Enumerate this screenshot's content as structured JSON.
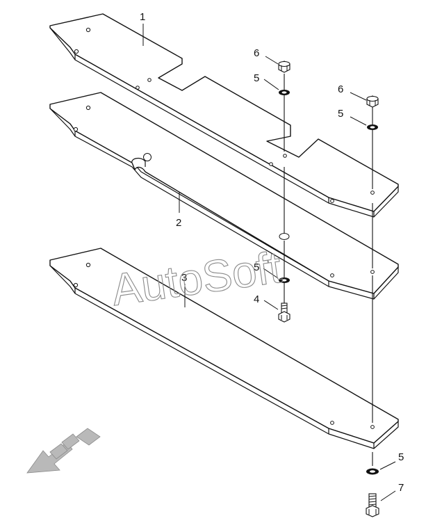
{
  "watermark": "AutoSoft",
  "callouts": [
    {
      "id": "1",
      "part": "upper-plate"
    },
    {
      "id": "2",
      "part": "middle-plate"
    },
    {
      "id": "3",
      "part": "lower-plate"
    },
    {
      "id": "4",
      "part": "bolt-short"
    },
    {
      "id": "5",
      "part": "washer"
    },
    {
      "id": "6",
      "part": "nut"
    },
    {
      "id": "7",
      "part": "bolt-long"
    }
  ],
  "labels": {
    "c1": "1",
    "c2": "2",
    "c3": "3",
    "c4": "4",
    "c5a": "5",
    "c5b": "5",
    "c5c": "5",
    "c5d": "5",
    "c6a": "6",
    "c6b": "6",
    "c7": "7"
  },
  "icons": {
    "direction": "direction-arrow-icon"
  }
}
